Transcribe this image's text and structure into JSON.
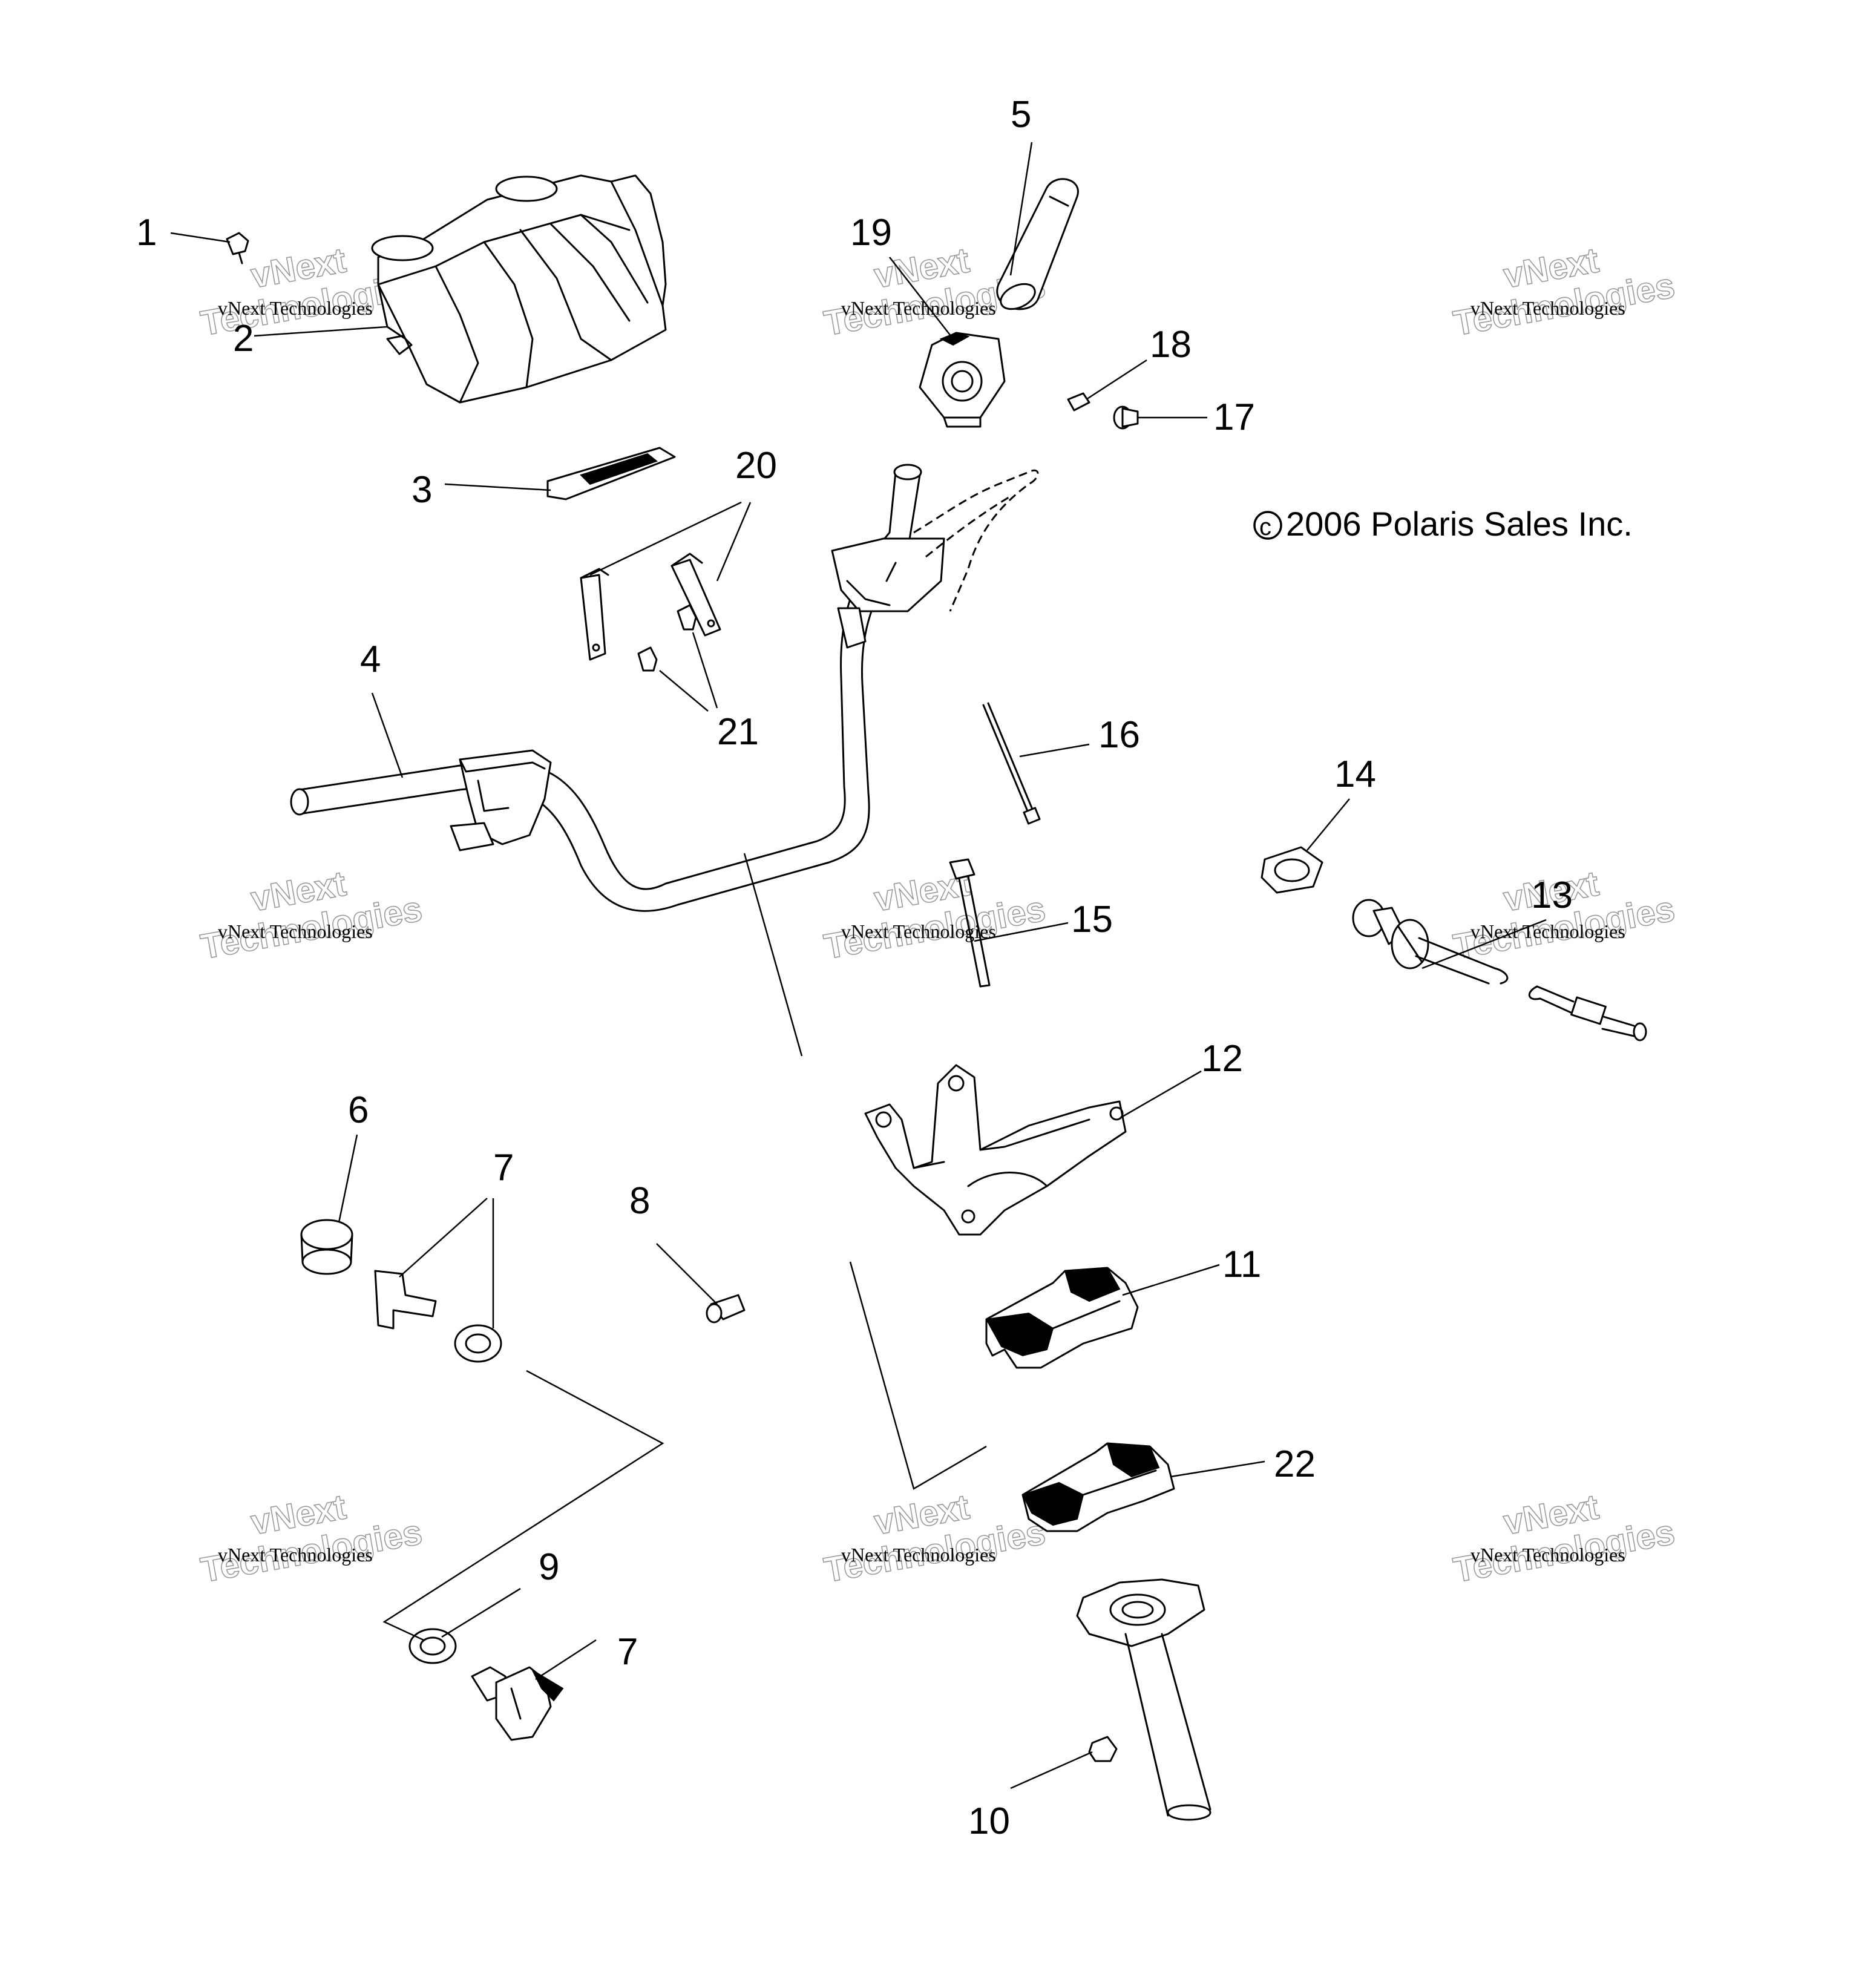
{
  "callouts": {
    "c1": "1",
    "c2": "2",
    "c3": "3",
    "c4": "4",
    "c5": "5",
    "c6": "6",
    "c7a": "7",
    "c7b": "7",
    "c8": "8",
    "c9": "9",
    "c10": "10",
    "c11": "11",
    "c12": "12",
    "c13": "13",
    "c14": "14",
    "c15": "15",
    "c16": "16",
    "c17": "17",
    "c18": "18",
    "c19": "19",
    "c20": "20",
    "c21": "21",
    "c22": "22"
  },
  "copyright": {
    "symbol": "c",
    "text": "2006 Polaris Sales Inc."
  },
  "watermark": {
    "small": "vNext Technologies",
    "line1": "vNext",
    "line2": "Technologies"
  }
}
